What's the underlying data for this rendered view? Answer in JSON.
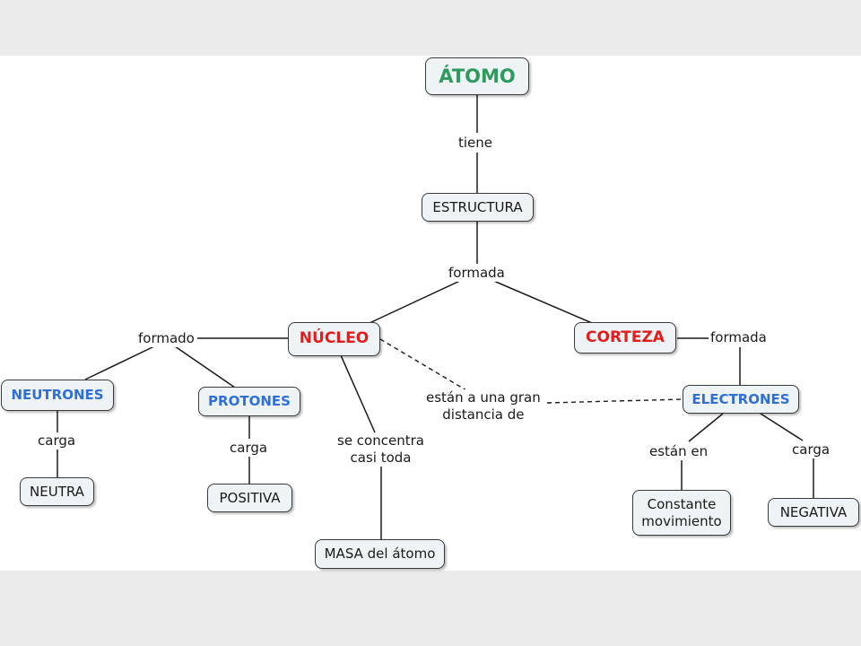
{
  "colors": {
    "root": "#2e9a5e",
    "red": "#e11d1d",
    "blue": "#2f6fd6",
    "text": "#1a1a1a"
  },
  "nodes": {
    "atomo": "ÁTOMO",
    "estructura": "ESTRUCTURA",
    "nucleo": "NÚCLEO",
    "corteza": "CORTEZA",
    "neutrones": "NEUTRONES",
    "protones": "PROTONES",
    "electrones": "ELECTRONES",
    "neutra": "NEUTRA",
    "positiva": "POSITIVA",
    "masa": "MASA del átomo",
    "constante_line1": "Constante",
    "constante_line2": "movimiento",
    "negativa": "NEGATIVA"
  },
  "links": {
    "tiene": "tiene",
    "formada_top": "formada",
    "formado": "formado",
    "formada_right": "formada",
    "carga_neutrones": "carga",
    "carga_protones": "carga",
    "concentra_line1": "se concentra",
    "concentra_line2": "casi toda",
    "distancia_line1": "están a una gran",
    "distancia_line2": "distancia de",
    "estan_en": "están en",
    "carga_electrones": "carga"
  }
}
